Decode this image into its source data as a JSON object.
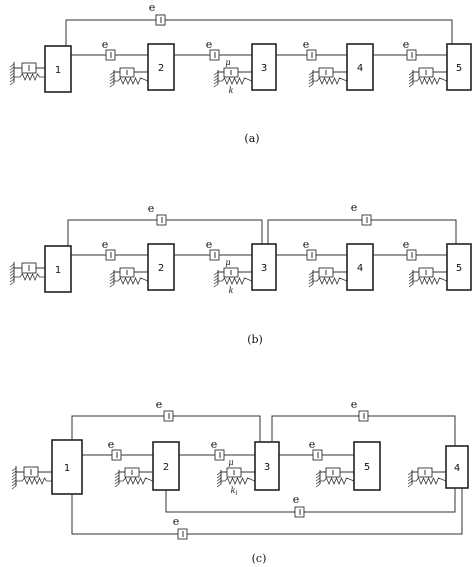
{
  "panels": [
    {
      "caption": "(a)",
      "blocks": [
        {
          "label": "1"
        },
        {
          "label": "2"
        },
        {
          "label": "3"
        },
        {
          "label": "4"
        },
        {
          "label": "5"
        }
      ],
      "link_label": "e",
      "mu_label": "μ",
      "k_label": "k"
    },
    {
      "caption": "(b)",
      "blocks": [
        {
          "label": "1"
        },
        {
          "label": "2"
        },
        {
          "label": "3"
        },
        {
          "label": "4"
        },
        {
          "label": "5"
        }
      ],
      "link_label": "e",
      "mu_label": "μ",
      "k_label": "k"
    },
    {
      "caption": "(c)",
      "blocks": [
        {
          "label": "1"
        },
        {
          "label": "2"
        },
        {
          "label": "3"
        },
        {
          "label": "5"
        },
        {
          "label": "4"
        }
      ],
      "link_label": "e",
      "mu_label": "μ",
      "k_label": "k",
      "k_sub": "i"
    }
  ]
}
